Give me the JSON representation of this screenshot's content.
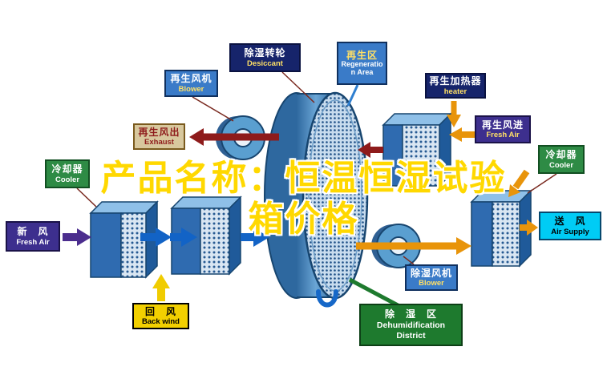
{
  "watermark": {
    "line1": "产品名称：恒温恒湿试验",
    "line2": "箱价格"
  },
  "labels": {
    "desiccant": {
      "cn": "除湿转轮",
      "en": "Desiccant"
    },
    "regeneration_area": {
      "cn": "再生区",
      "en": "Regeneration Area"
    },
    "regen_blower": {
      "cn": "再生风机",
      "en": "Blower"
    },
    "exhaust": {
      "cn": "再生风出",
      "en": "Exhaust"
    },
    "heater": {
      "cn": "再生加热器",
      "en": "heater"
    },
    "regen_fresh_air": {
      "cn": "再生风进",
      "en": "Fresh Air"
    },
    "cooler_left": {
      "cn": "冷却器",
      "en": "Cooler"
    },
    "cooler_right": {
      "cn": "冷却器",
      "en": "Cooler"
    },
    "fresh_air": {
      "cn": "新　风",
      "en": "Fresh Air"
    },
    "back_wind": {
      "cn": "回　风",
      "en": "Back wind"
    },
    "air_supply": {
      "cn": "送　风",
      "en": "Air Supply"
    },
    "dehumid_blower": {
      "cn": "除湿风机",
      "en": "Blower"
    },
    "dehumid_district": {
      "cn": "除　湿　区",
      "en": "Dehumidification District"
    }
  },
  "colors": {
    "watermark_yellow": "#ffd800",
    "navy": "#16246b",
    "steel_blue": "#3a7bc8",
    "green": "#2e8b45",
    "maroon": "#8e1b1b",
    "orange": "#e8940a",
    "process_blue": "#1263c6",
    "purple": "#4b2d8e",
    "cyan": "#00ccf5",
    "yellow": "#f2d000"
  }
}
